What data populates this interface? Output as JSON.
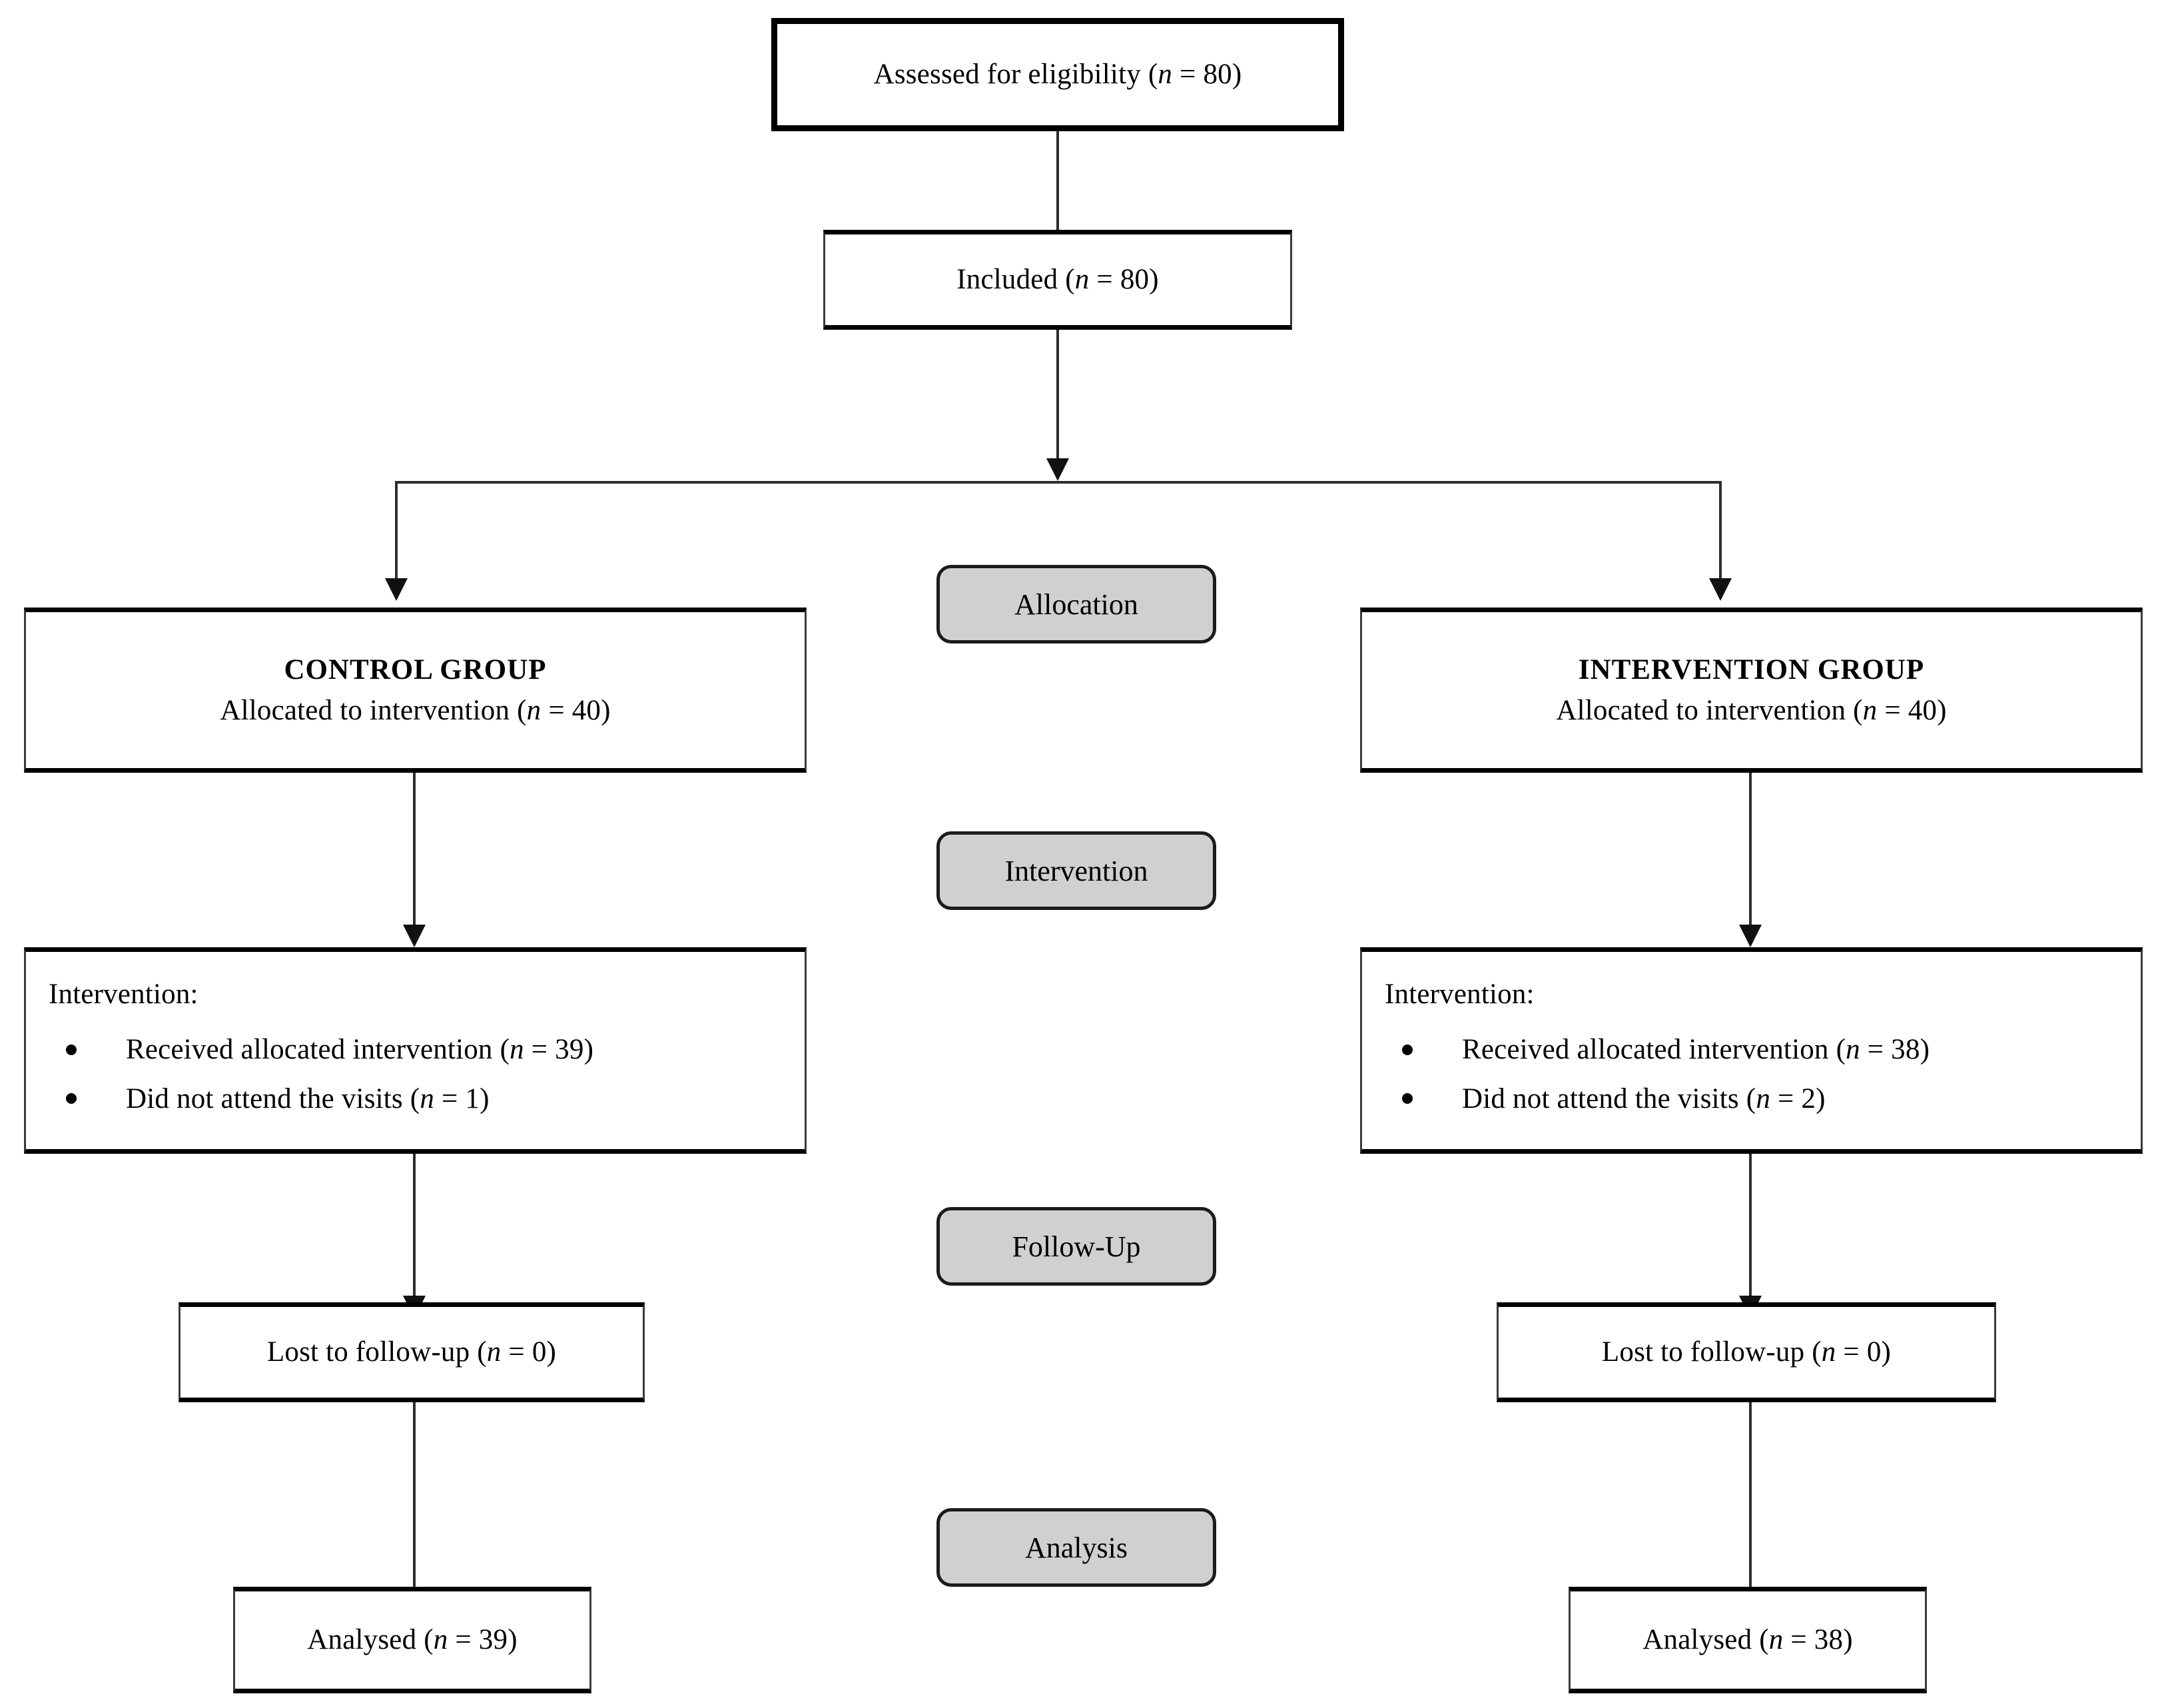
{
  "diagram": {
    "type": "CONSORT participant flow diagram",
    "nodes": {
      "assessed": {
        "text": "Assessed for eligibility (n = 80)",
        "n": 80
      },
      "included": {
        "text": "Included (n = 80)",
        "n": 80
      },
      "control_group": {
        "title": "CONTROL GROUP",
        "allocated": "Allocated to intervention (n = 40)",
        "n": 40
      },
      "intervention_group": {
        "title": "INTERVENTION GROUP",
        "allocated": "Allocated to intervention (n = 40)",
        "n": 40
      },
      "control_intervention": {
        "heading": "Intervention:",
        "bullets": [
          "Received allocated intervention (n = 39)",
          "Did not attend the visits (n = 1)"
        ],
        "received_n": 39,
        "not_attended_n": 1
      },
      "intervention_intervention": {
        "heading": "Intervention:",
        "bullets": [
          "Received allocated intervention (n = 38)",
          "Did not attend the visits (n = 2)"
        ],
        "received_n": 38,
        "not_attended_n": 2
      },
      "control_lost": {
        "text": "Lost to follow-up (n = 0)",
        "n": 0
      },
      "intervention_lost": {
        "text": "Lost to follow-up (n = 0)",
        "n": 0
      },
      "control_analysed": {
        "text": "Analysed (n = 39)",
        "n": 39
      },
      "intervention_analysed": {
        "text": "Analysed (n = 38)",
        "n": 38
      }
    },
    "stages": [
      {
        "label": "Allocation"
      },
      {
        "label": "Intervention"
      },
      {
        "label": "Follow-Up"
      },
      {
        "label": "Analysis"
      }
    ],
    "colors": {
      "stage_fill": "#d0d0d0",
      "stage_border": "#1b1b1b",
      "box_border": "#3a3a3a",
      "emphasis_border": "#000000",
      "connector": "#2e2e2e",
      "background": "#ffffff"
    }
  }
}
